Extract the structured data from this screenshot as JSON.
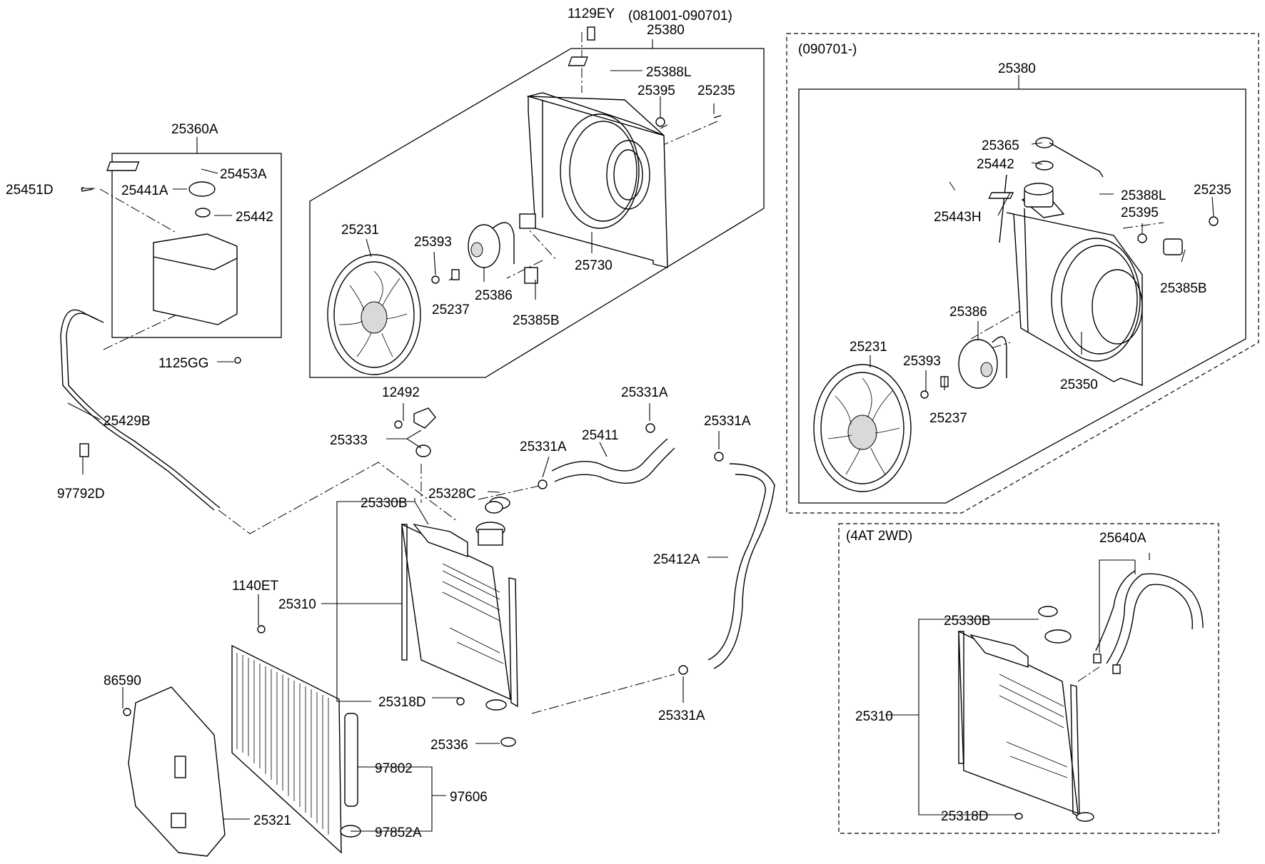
{
  "groups": {
    "fan_early": {
      "range": "(081001-090701)",
      "code": "25380"
    },
    "fan_late": {
      "range": "(090701-)",
      "code": "25380"
    },
    "tank": {
      "code": "25360A"
    },
    "at": {
      "range": "(4AT 2WD)",
      "code": "25640A"
    }
  },
  "labels": {
    "l1129ey": "1129EY",
    "l25388l_a": "25388L",
    "l25395_a": "25395",
    "l25235_a": "25235",
    "l25231_a": "25231",
    "l25393_a": "25393",
    "l25386_a": "25386",
    "l25237_a": "25237",
    "l25385b_a": "25385B",
    "l25730": "25730",
    "l25451d": "25451D",
    "l25441a": "25441A",
    "l25453a": "25453A",
    "l25442_a": "25442",
    "l1125gg": "1125GG",
    "l25429b": "25429B",
    "l97792d": "97792D",
    "l12492": "12492",
    "l25333": "25333",
    "l25331a_1": "25331A",
    "l25331a_2": "25331A",
    "l25331a_3": "25331A",
    "l25331a_4": "25331A",
    "l25411": "25411",
    "l25328c": "25328C",
    "l25330b_a": "25330B",
    "l25412a": "25412A",
    "l25310_a": "25310",
    "l1140et": "1140ET",
    "l25318d_a": "25318D",
    "l86590": "86590",
    "l25336": "25336",
    "l97802": "97802",
    "l97606": "97606",
    "l25321": "25321",
    "l97852a": "97852A",
    "l25365": "25365",
    "l25442_b": "25442",
    "l25443h": "25443H",
    "l25388l_b": "25388L",
    "l25235_b": "25235",
    "l25395_b": "25395",
    "l25385b_b": "25385B",
    "l25386_b": "25386",
    "l25231_b": "25231",
    "l25393_b": "25393",
    "l25237_b": "25237",
    "l25350": "25350",
    "l25330b_b": "25330B",
    "l25310_b": "25310",
    "l25318d_b": "25318D"
  }
}
